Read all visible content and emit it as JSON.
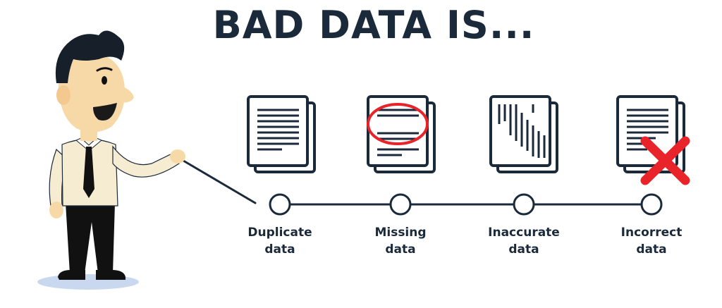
{
  "title": "BAD DATA IS...",
  "items": [
    {
      "line1": "Duplicate",
      "line2": "data",
      "icon": "duplicate-document-icon"
    },
    {
      "line1": "Missing",
      "line2": "data",
      "icon": "missing-lines-document-icon"
    },
    {
      "line1": "Inaccurate",
      "line2": "data",
      "icon": "scrambled-document-icon"
    },
    {
      "line1": "Incorrect",
      "line2": "data",
      "icon": "incorrect-document-icon"
    }
  ],
  "colors": {
    "navy": "#1b2a3a",
    "red": "#e8232a",
    "skin": "#f7d9a8",
    "shirt": "#f6ecd2",
    "shadow": "#c9d7ef"
  }
}
